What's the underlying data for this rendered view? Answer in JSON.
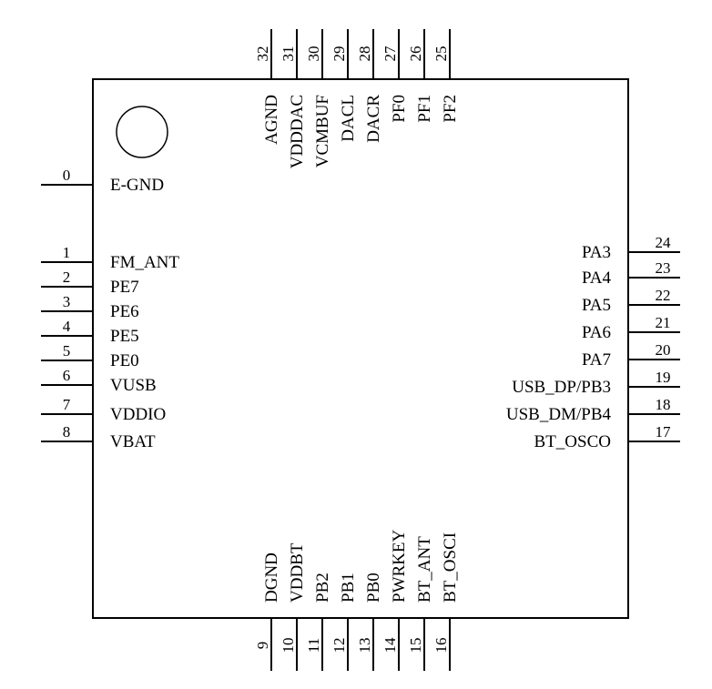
{
  "pins": {
    "left": [
      {
        "num": "0",
        "name": "E-GND"
      },
      {
        "num": "1",
        "name": "FM_ANT"
      },
      {
        "num": "2",
        "name": "PE7"
      },
      {
        "num": "3",
        "name": "PE6"
      },
      {
        "num": "4",
        "name": "PE5"
      },
      {
        "num": "5",
        "name": "PE0"
      },
      {
        "num": "6",
        "name": "VUSB"
      },
      {
        "num": "7",
        "name": "VDDIO"
      },
      {
        "num": "8",
        "name": "VBAT"
      }
    ],
    "bottom": [
      {
        "num": "9",
        "name": "DGND"
      },
      {
        "num": "10",
        "name": "VDDBT"
      },
      {
        "num": "11",
        "name": "PB2"
      },
      {
        "num": "12",
        "name": "PB1"
      },
      {
        "num": "13",
        "name": "PB0"
      },
      {
        "num": "14",
        "name": "PWRKEY"
      },
      {
        "num": "15",
        "name": "BT_ANT"
      },
      {
        "num": "16",
        "name": "BT_OSCI"
      }
    ],
    "right": [
      {
        "num": "17",
        "name": "BT_OSCO"
      },
      {
        "num": "18",
        "name": "USB_DM/PB4"
      },
      {
        "num": "19",
        "name": "USB_DP/PB3"
      },
      {
        "num": "20",
        "name": "PA7"
      },
      {
        "num": "21",
        "name": "PA6"
      },
      {
        "num": "22",
        "name": "PA5"
      },
      {
        "num": "23",
        "name": "PA4"
      },
      {
        "num": "24",
        "name": "PA3"
      }
    ],
    "top": [
      {
        "num": "25",
        "name": "PF2"
      },
      {
        "num": "26",
        "name": "PF1"
      },
      {
        "num": "27",
        "name": "PF0"
      },
      {
        "num": "28",
        "name": "DACR"
      },
      {
        "num": "29",
        "name": "DACL"
      },
      {
        "num": "30",
        "name": "VCMBUF"
      },
      {
        "num": "31",
        "name": "VDDDAC"
      },
      {
        "num": "32",
        "name": "AGND"
      }
    ]
  }
}
